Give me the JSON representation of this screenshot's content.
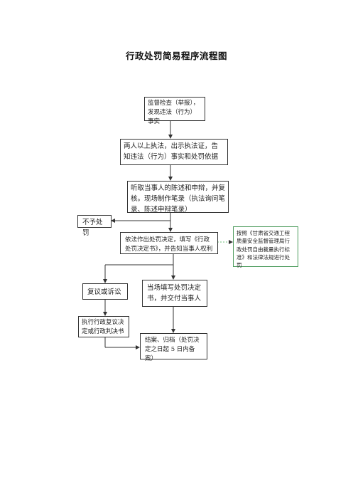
{
  "title": "行政处罚简易程序流程图",
  "nodes": {
    "discover": "监督检查（举报），发现违法（行为）事实",
    "two_officers": "两人以上执法，出示执法证，告知违法（行为）事实和处罚依据",
    "hearing": "听取当事人的陈述和申辩，并复核。现场制作笔录（执法询问笔录、陈述申辩笔录）",
    "no_penalty": "不予处罚",
    "decision": "依法作出处罚决定，填写《行政处罚决定书》，并告知当事人权利",
    "reference": "按照《甘肃省交通工程质量安全监督管理局行政处罚自由裁量执行标准》和法律法规进行处罚",
    "review": "复议或诉讼",
    "onsite": "当场填写处罚决定书，并交付当事人",
    "execute": "执行行政复议决定或行政判决书",
    "archive": "结案、归档（处罚决定之日起 5 日内备案）"
  },
  "colors": {
    "line": "#333333",
    "accent_border": "#4a9a5a",
    "dashed_connector": "#6cbf7a"
  }
}
